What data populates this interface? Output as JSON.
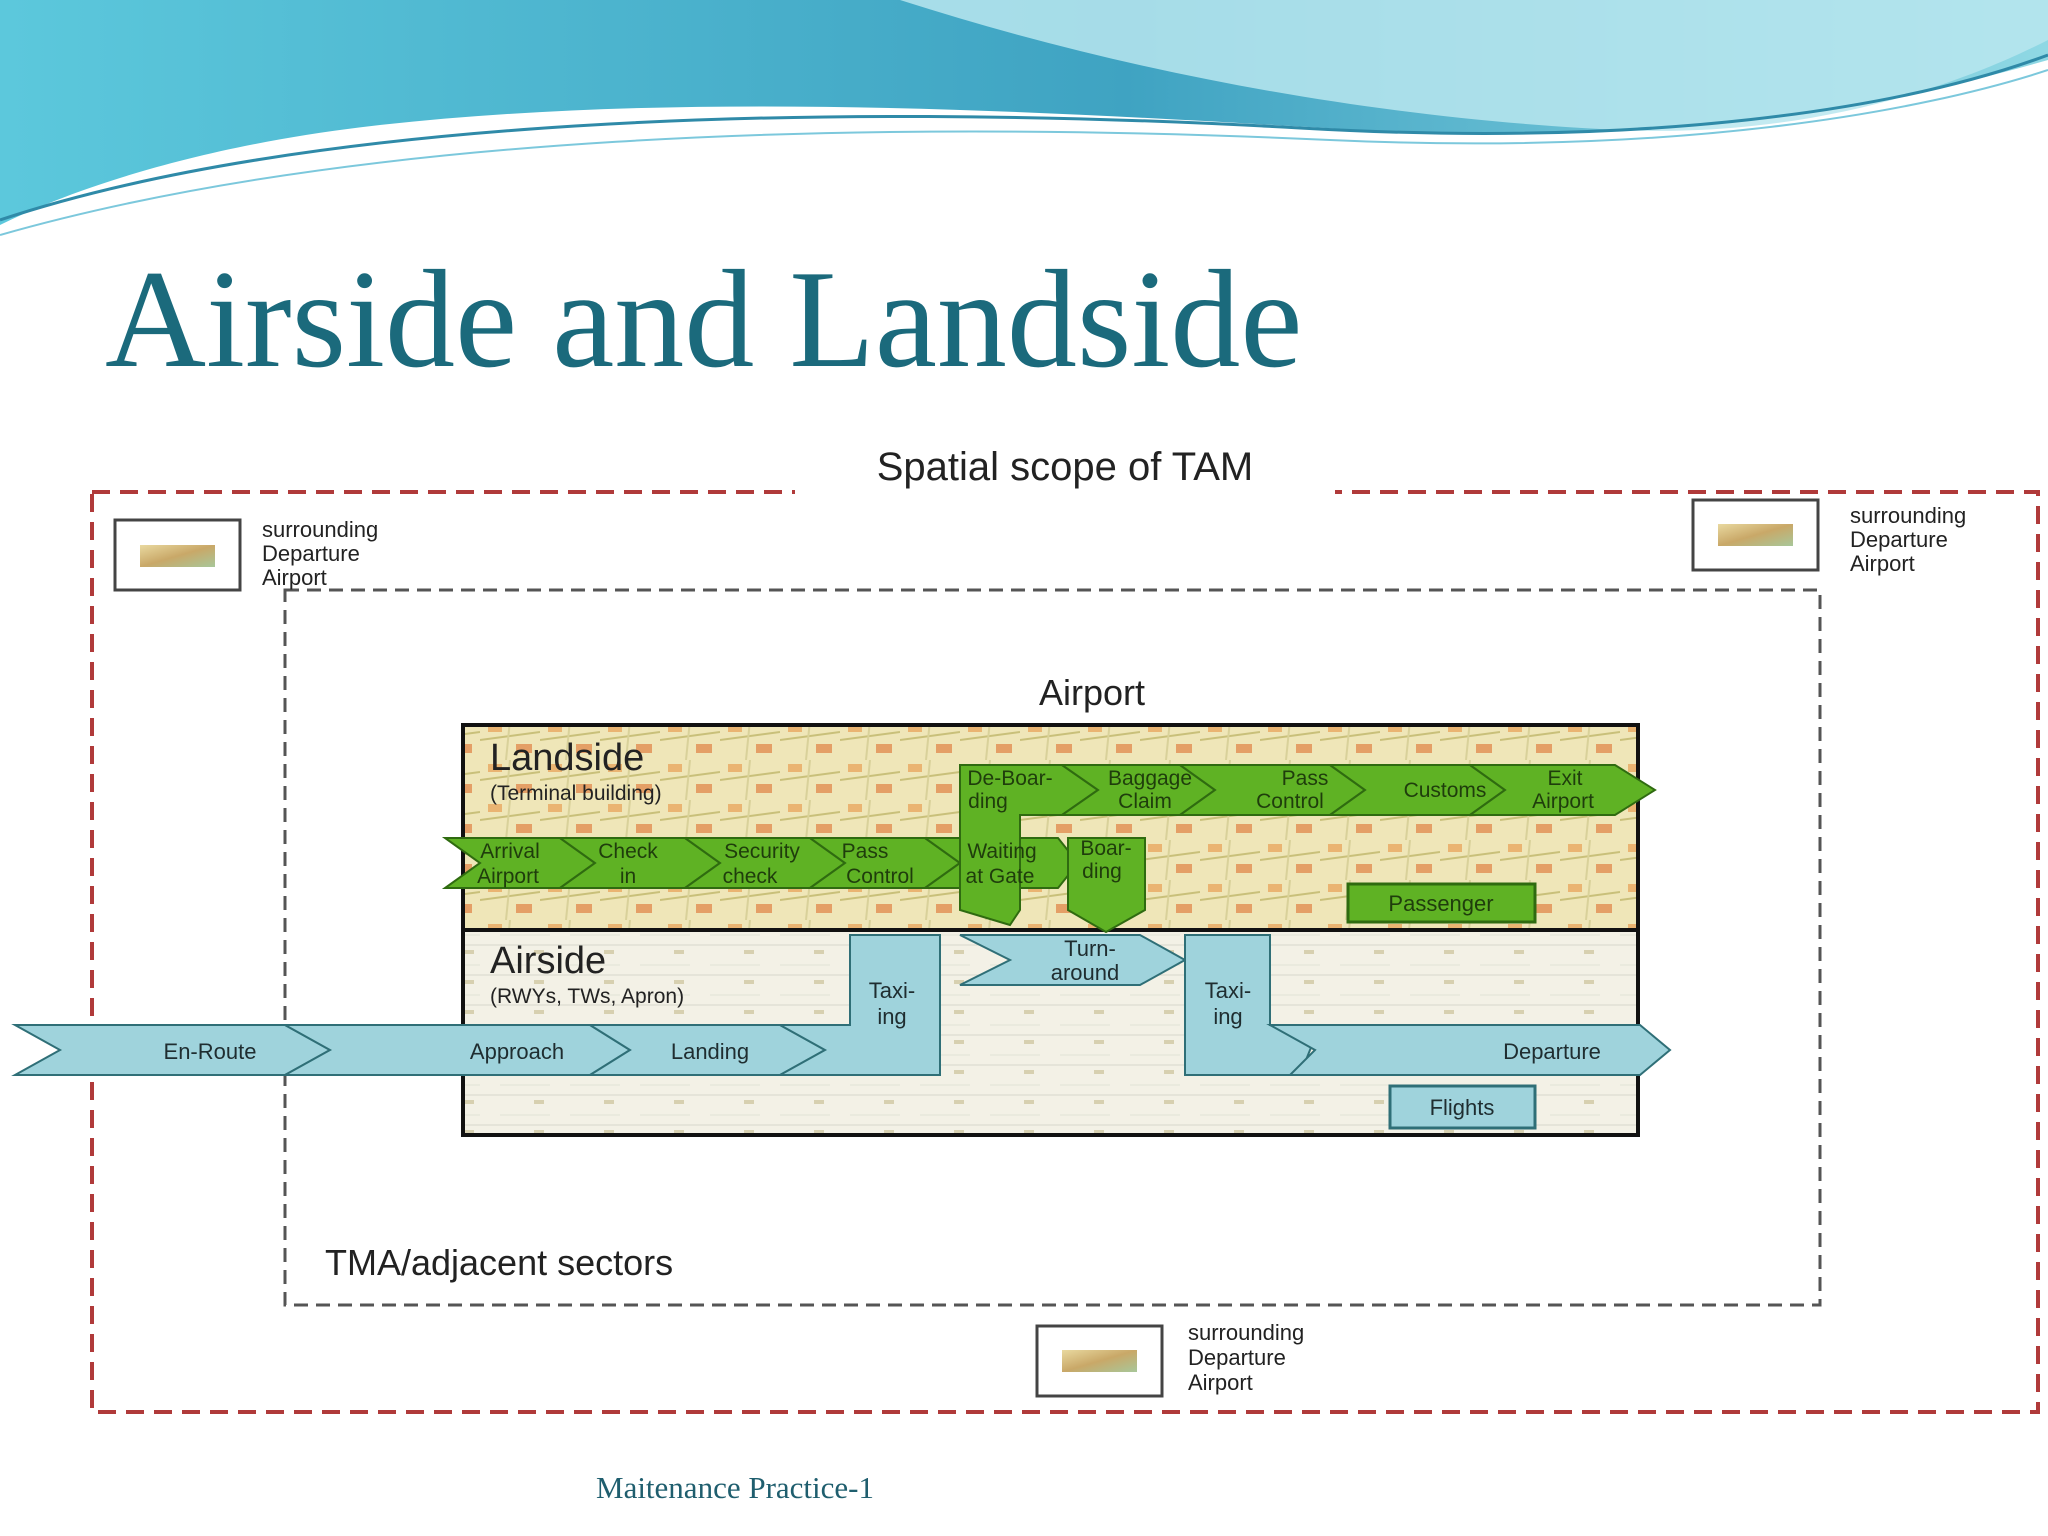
{
  "slide": {
    "title": "Airside and Landside",
    "footer": "Maitenance Practice-1"
  },
  "diagram": {
    "heading": "Spatial scope of TAM",
    "tma_label": "TMA/adjacent sectors",
    "airport_label": "Airport",
    "landside": {
      "title": "Landside",
      "subtitle": "(Terminal building)"
    },
    "airside": {
      "title": "Airside",
      "subtitle": "(RWYs, TWs, Apron)"
    },
    "surrounding_airport": {
      "line1": "surrounding",
      "line2": "Departure",
      "line3": "Airport"
    },
    "passenger_steps": {
      "arrival_airport": [
        "Arrival",
        "Airport"
      ],
      "check_in": [
        "Check",
        "in"
      ],
      "security_check": [
        "Security",
        "check"
      ],
      "pass_control_out": [
        "Pass",
        "Control"
      ],
      "waiting_at_gate": [
        "Waiting",
        "at Gate"
      ],
      "boarding": [
        "Boar-",
        "ding"
      ],
      "de_boarding": [
        "De-Boar-",
        "ding"
      ],
      "baggage_claim": [
        "Baggage",
        "Claim"
      ],
      "pass_control_in": [
        "Pass",
        "Control"
      ],
      "customs": [
        "Customs"
      ],
      "exit_airport": [
        "Exit",
        "Airport"
      ]
    },
    "flight_steps": {
      "en_route": "En-Route",
      "approach": "Approach",
      "landing": "Landing",
      "taxiing_in": [
        "Taxi-",
        "ing"
      ],
      "turnaround": [
        "Turn-",
        "around"
      ],
      "taxiing_out": [
        "Taxi-",
        "ing"
      ],
      "departure": "Departure"
    },
    "legend": {
      "passenger": "Passenger",
      "flights": "Flights"
    },
    "colors": {
      "title": "#1b6a7c",
      "passenger_flow": "#5fb224",
      "flight_flow": "#9fd3dc",
      "frame_outer": "#b03a3a",
      "frame_inner": "#555555"
    }
  }
}
